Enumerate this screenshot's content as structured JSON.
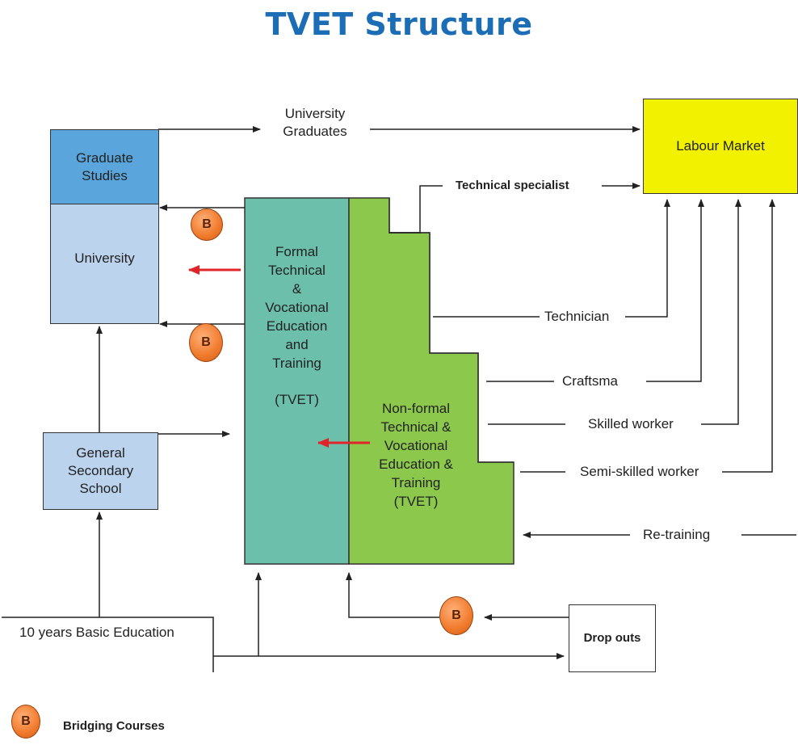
{
  "title": "TVET Structure",
  "boxes": {
    "graduate_studies": "Graduate Studies",
    "university": "University",
    "general_secondary": "General Secondary School",
    "labour_market": "Labour Market",
    "drop_outs": "Drop outs",
    "basic_education": "10 years Basic Education"
  },
  "formal_tvet": {
    "lines": [
      "Formal",
      "Technical",
      "&",
      "Vocational",
      "Education",
      "and",
      "Training"
    ],
    "abbr": "(TVET)"
  },
  "nonformal_tvet": {
    "lines": [
      "Non-formal",
      "Technical &",
      "Vocational",
      "Education &",
      "Training",
      "(TVET)"
    ]
  },
  "flows": {
    "university_graduates": [
      "University",
      "Graduates"
    ],
    "technical_specialist": "Technical specialist",
    "technician": "Technician",
    "craftsman": "Craftsma",
    "skilled_worker": "Skilled worker",
    "semi_skilled_worker": "Semi-skilled worker",
    "re_training": "Re-training"
  },
  "badge_letter": "B",
  "legend": {
    "label": "Bridging Courses"
  },
  "colors": {
    "title": "#1b6db5",
    "graduate_studies": "#5aa6dc",
    "university": "#bcd3ee",
    "secondary": "#bcd3ee",
    "labour_market": "#f2f200",
    "formal_tvet": "#6bbfab",
    "nonformal_tvet": "#8cc84b",
    "red_arrow": "#e0252a",
    "badge": "#f07a2c"
  }
}
